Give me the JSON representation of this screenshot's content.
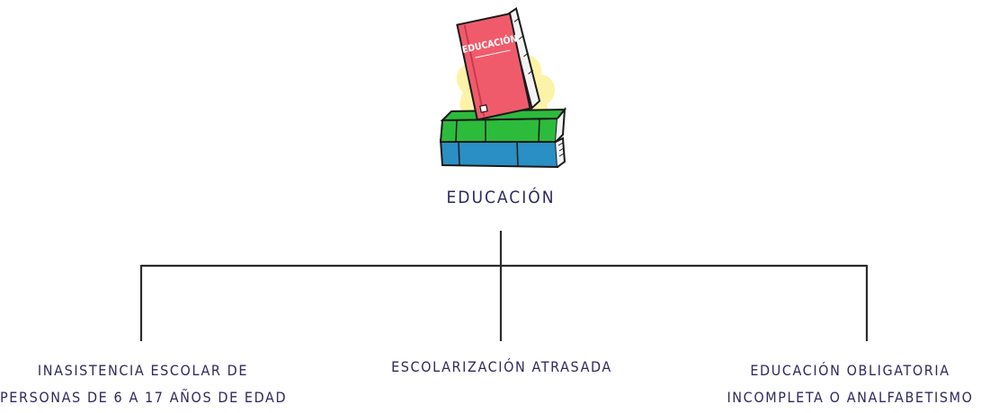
{
  "diagram": {
    "root": {
      "label": "EDUCACIÓN",
      "icon": "book-stack-icon",
      "book_cover_text": "EDUCACIÓN"
    },
    "children": [
      {
        "line1": "INASISTENCIA ESCOLAR DE",
        "line2": "PERSONAS DE 6 A 17 AÑOS DE EDAD"
      },
      {
        "line1": "ESCOLARIZACIÓN ATRASADA"
      },
      {
        "line1": "EDUCACIÓN OBLIGATORIA",
        "line2": "INCOMPLETA O ANALFABETISMO"
      }
    ],
    "colors": {
      "text": "#2e2a5e",
      "line": "#2b2b2b",
      "book_red": "#f05b6c",
      "book_green": "#2dbb3c",
      "book_blue": "#2a8fc4",
      "splash_yellow": "#fdf3a8"
    }
  }
}
